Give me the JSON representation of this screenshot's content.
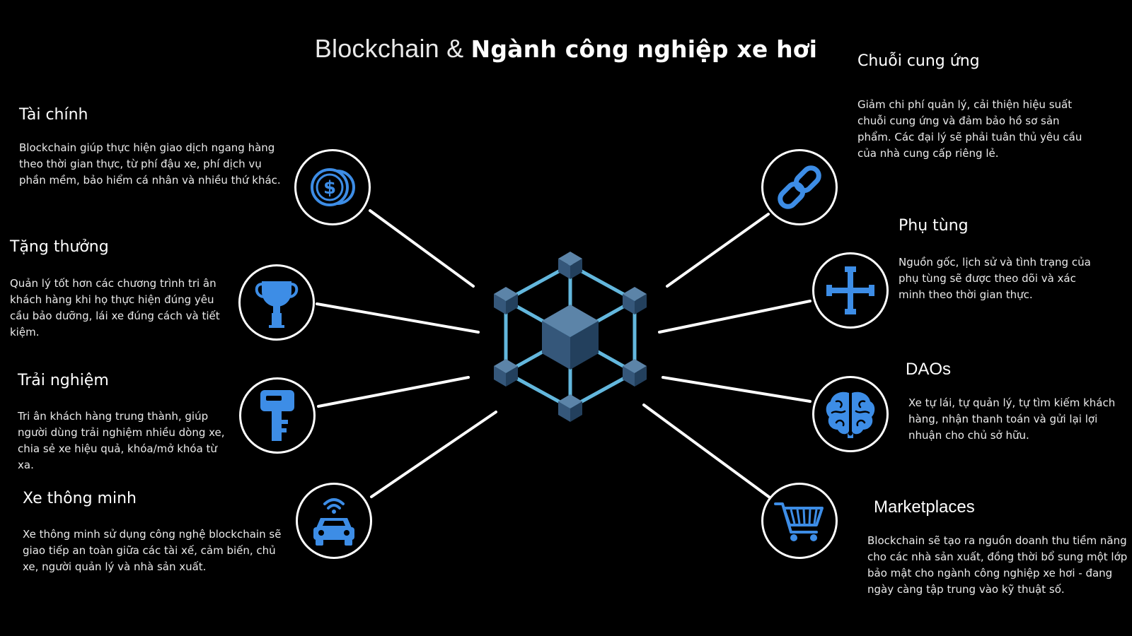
{
  "title": {
    "light": "Blockchain & ",
    "bold": "Ngành công nghiệp xe hơi"
  },
  "colors": {
    "background": "#000000",
    "icon_blue": "#3d8de6",
    "hub_cube": "#3a5f80",
    "hub_edge": "#63b7dd",
    "line": "#ffffff"
  },
  "items": {
    "finance": {
      "icon": "coins-dollar-icon",
      "heading": "Tài chính",
      "text": "Blockchain giúp thực hiện giao dịch ngang hàng theo thời gian thực, từ phí đậu xe, phí dịch vụ phần mềm, bảo hiểm cá nhân và nhiều thứ khác."
    },
    "rewards": {
      "icon": "trophy-icon",
      "heading": "Tặng thưởng",
      "text": "Quản lý tốt hơn các chương trình tri ân khách hàng khi họ thực hiện đúng yêu cầu bảo dưỡng, lái xe đúng cách và tiết kiệm."
    },
    "experience": {
      "icon": "key-icon",
      "heading": "Trải nghiệm",
      "text": "Tri ân khách hàng trung thành, giúp người dùng trải nghiệm nhiều dòng xe, chia sẻ xe hiệu quả, khóa/mở khóa từ xa."
    },
    "smart_car": {
      "icon": "connected-car-icon",
      "heading": "Xe thông minh",
      "text": "Xe thông minh sử dụng công nghệ blockchain sẽ giao tiếp an toàn giữa các tài xế, cảm biến, chủ xe, người quản lý và nhà sản xuất."
    },
    "supply_chain": {
      "icon": "chain-link-icon",
      "heading": "Chuỗi cung ứng",
      "text": "Giảm chi phí quản lý, cải thiện hiệu suất chuỗi cung ứng và đảm bảo hồ sơ sản phẩm. Các đại lý sẽ phải tuân thủ yêu cầu của nhà cung cấp riêng lẻ."
    },
    "parts": {
      "icon": "lug-wrench-icon",
      "heading": "Phụ tùng",
      "text": "Nguồn gốc, lịch sử và tình trạng của phụ tùng sẽ được theo dõi và xác minh theo thời gian thực."
    },
    "daos": {
      "icon": "brain-icon",
      "heading": "DAOs",
      "text": "Xe tự lái, tự quản lý, tự tìm kiếm khách hàng, nhận thanh toán và gửi lại lợi nhuận cho chủ sở hữu."
    },
    "marketplaces": {
      "icon": "shopping-cart-icon",
      "heading": "Marketplaces",
      "text": "Blockchain sẽ tạo ra nguồn doanh thu tiềm năng cho các nhà sản xuất, đồng thời bổ sung một lớp bảo mật cho ngành công nghiệp xe hơi - đang ngày càng tập trung vào kỹ thuật số."
    }
  }
}
